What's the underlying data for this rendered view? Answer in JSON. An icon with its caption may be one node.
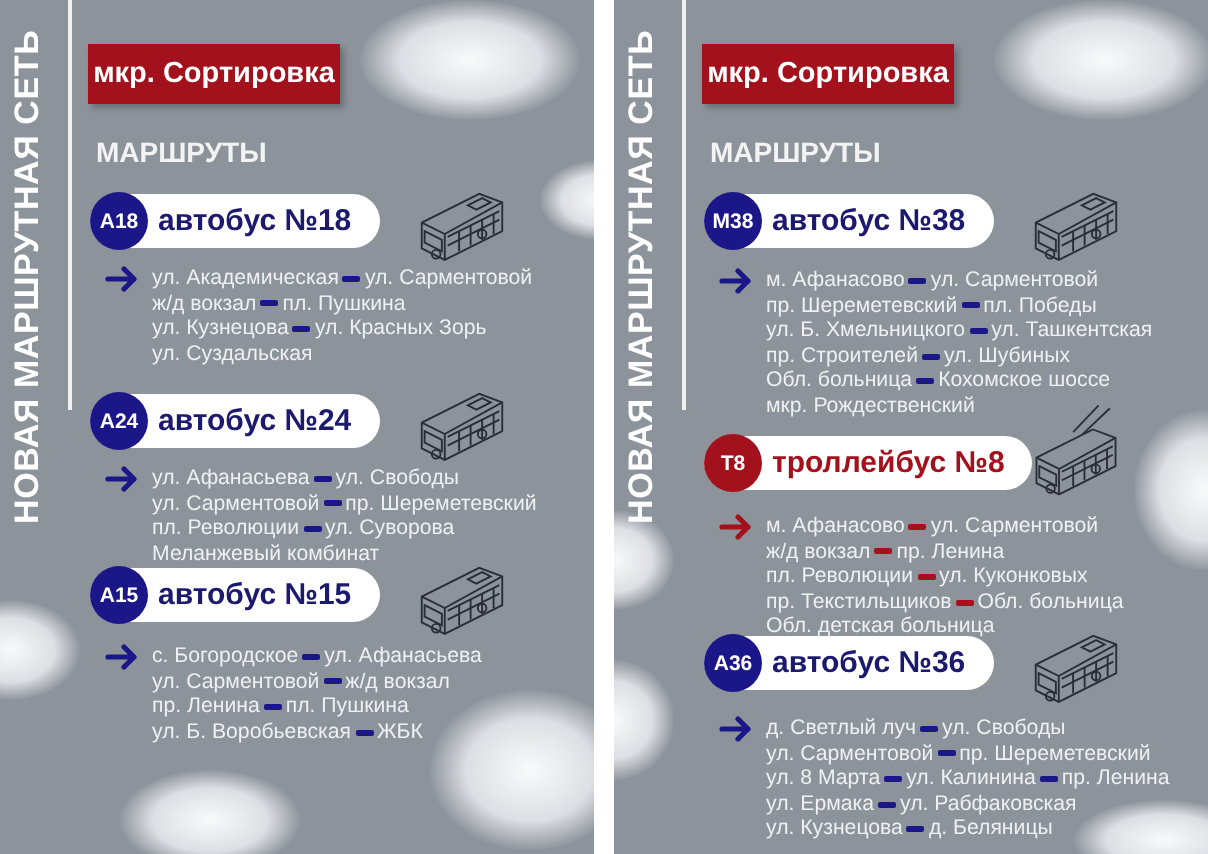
{
  "diagram": {
    "nodes": [
      {
        "text": [
          "мкр. Сортировка"
        ]
      },
      {
        "text": [
          "автобус №18"
        ]
      },
      {
        "text": [
          "А18"
        ],
        "in": 1
      },
      {
        "text": [
          "автобус №24"
        ]
      },
      {
        "text": [
          "А24"
        ],
        "in": 3
      },
      {
        "text": [
          "автобус №15"
        ]
      },
      {
        "text": [
          "А15"
        ],
        "in": 5
      },
      {
        "text": [
          "мкр. Сортировка"
        ]
      },
      {
        "text": [
          "автобус №38"
        ]
      },
      {
        "text": [
          "М38"
        ],
        "in": 8
      },
      {
        "text": [
          "троллейбус №8"
        ]
      },
      {
        "text": [
          "Т8"
        ],
        "in": 10
      },
      {
        "text": [
          "автобус №36"
        ]
      },
      {
        "text": [
          "А36"
        ],
        "in": 12
      }
    ],
    "labels": [
      "НОВАЯ МАРШРУТНАЯ СЕТЬ",
      "МАРШРУТЫ",
      "ул. Академическая",
      "ул. Сарментовой",
      "ж/д вокзал",
      "пл. Пушкина",
      "ул. Кузнецова",
      "ул. Красных Зорь",
      "ул. Суздальская",
      "ул. Афанасьева",
      "ул. Свободы",
      "ул. Сарментовой",
      "пр. Шереметевский",
      "пл. Революции",
      "ул. Суворова",
      "Меланжевый комбинат",
      "с. Богородское",
      "ул. Афанасьева",
      "ул. Сарментовой",
      "ж/д вокзал",
      "пр. Ленина",
      "пл. Пушкина",
      "ул. Б. Воробьевская",
      "ЖБК",
      "НОВАЯ МАРШРУТНАЯ СЕТЬ",
      "МАРШРУТЫ",
      "м. Афанасово",
      "ул. Сарментовой",
      "пр. Шереметевский",
      "пл. Победы",
      "ул. Б. Хмельницкого",
      "ул. Ташкентская",
      "пр. Строителей",
      "ул. Шубиных",
      "Обл. больница",
      "Кохомское шоссе",
      "мкр. Рождественский",
      "м. Афанасово",
      "ул. Сарментовой",
      "ж/д вокзал",
      "пр. Ленина",
      "пл. Революции",
      "ул. Куконковых",
      "пр. Текстильщиков",
      "Обл. больница",
      "Обл. детская больница",
      "д. Светлый луч",
      "ул. Свободы",
      "ул. Сарментовой",
      "пр. Шереметевский",
      "ул. 8 Марта",
      "ул. Калинина",
      "пр. Ленина",
      "ул. Ермака",
      "ул. Рабфаковская",
      "ул. Кузнецова",
      "д. Беляницы"
    ]
  }
}
